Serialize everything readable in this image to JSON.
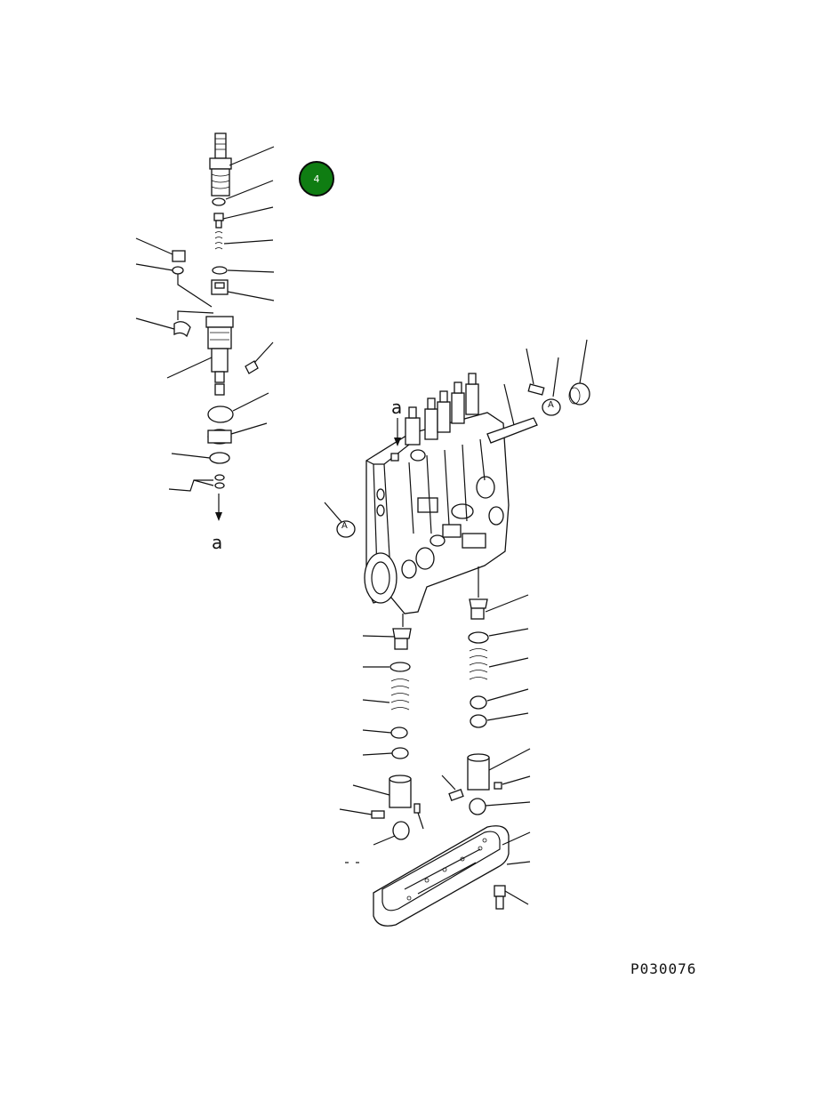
{
  "diagram": {
    "group_badge": "4",
    "drawing_number": "P030076",
    "reference_top": "a",
    "reference_bottom": "a",
    "callout_A_left": "A",
    "callout_A_right": "A",
    "badge_color": "#0f7d12"
  }
}
